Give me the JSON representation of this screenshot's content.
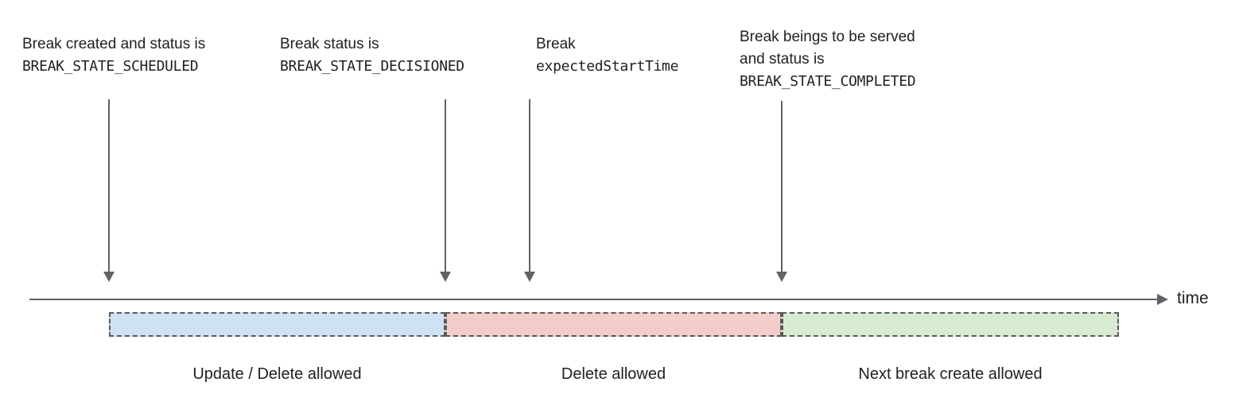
{
  "diagram": {
    "axis": {
      "label": "time"
    },
    "annotations": [
      {
        "text": "Break created and status is",
        "code": "BREAK_STATE_SCHEDULED"
      },
      {
        "text": "Break status is",
        "code": "BREAK_STATE_DECISIONED"
      },
      {
        "text": "Break",
        "code": "expectedStartTime"
      },
      {
        "text": "Break beings to be served",
        "text2": "and status is",
        "code": "BREAK_STATE_COMPLETED"
      }
    ],
    "segments": [
      {
        "label": "Update / Delete allowed",
        "fill": "#cfe2f3"
      },
      {
        "label": "Delete allowed",
        "fill": "#f4cccc"
      },
      {
        "label": "Next break create allowed",
        "fill": "#d9ead3"
      }
    ],
    "colors": {
      "text": "#202124",
      "line": "#5f6368",
      "segment_border": "#595959"
    }
  }
}
